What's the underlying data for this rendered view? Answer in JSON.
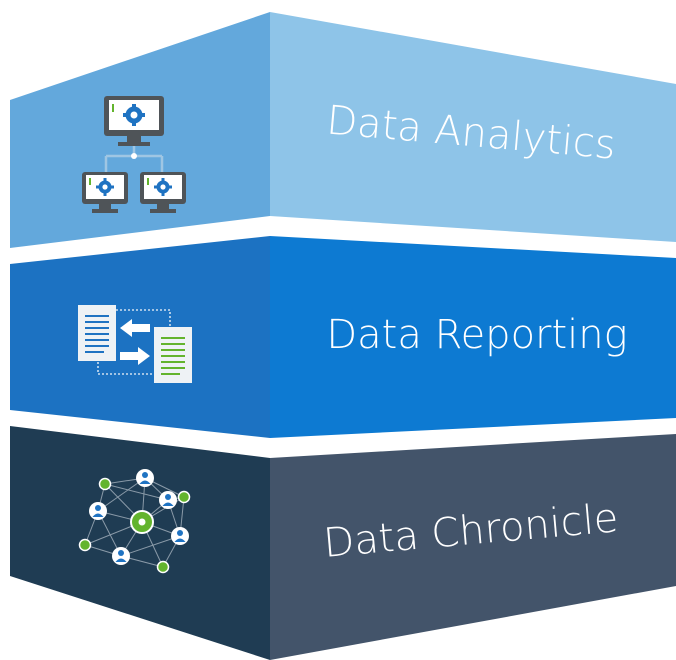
{
  "layers": [
    {
      "id": "analytics",
      "label": "Data Analytics",
      "icon": "network-computers-icon",
      "colors": {
        "left": "#63a8dc",
        "right": "#8ec4e8"
      }
    },
    {
      "id": "reporting",
      "label": "Data Reporting",
      "icon": "document-exchange-icon",
      "colors": {
        "left": "#1c72c2",
        "right": "#0d7ad2"
      }
    },
    {
      "id": "chronicle",
      "label": "Data Chronicle",
      "icon": "people-network-icon",
      "colors": {
        "left": "#1f3c53",
        "right": "#43546a"
      }
    }
  ],
  "palette": {
    "icon_blue": "#1f73c2",
    "icon_green": "#63b42d",
    "icon_gray": "#4f5458",
    "paper": "#eef2f5"
  }
}
